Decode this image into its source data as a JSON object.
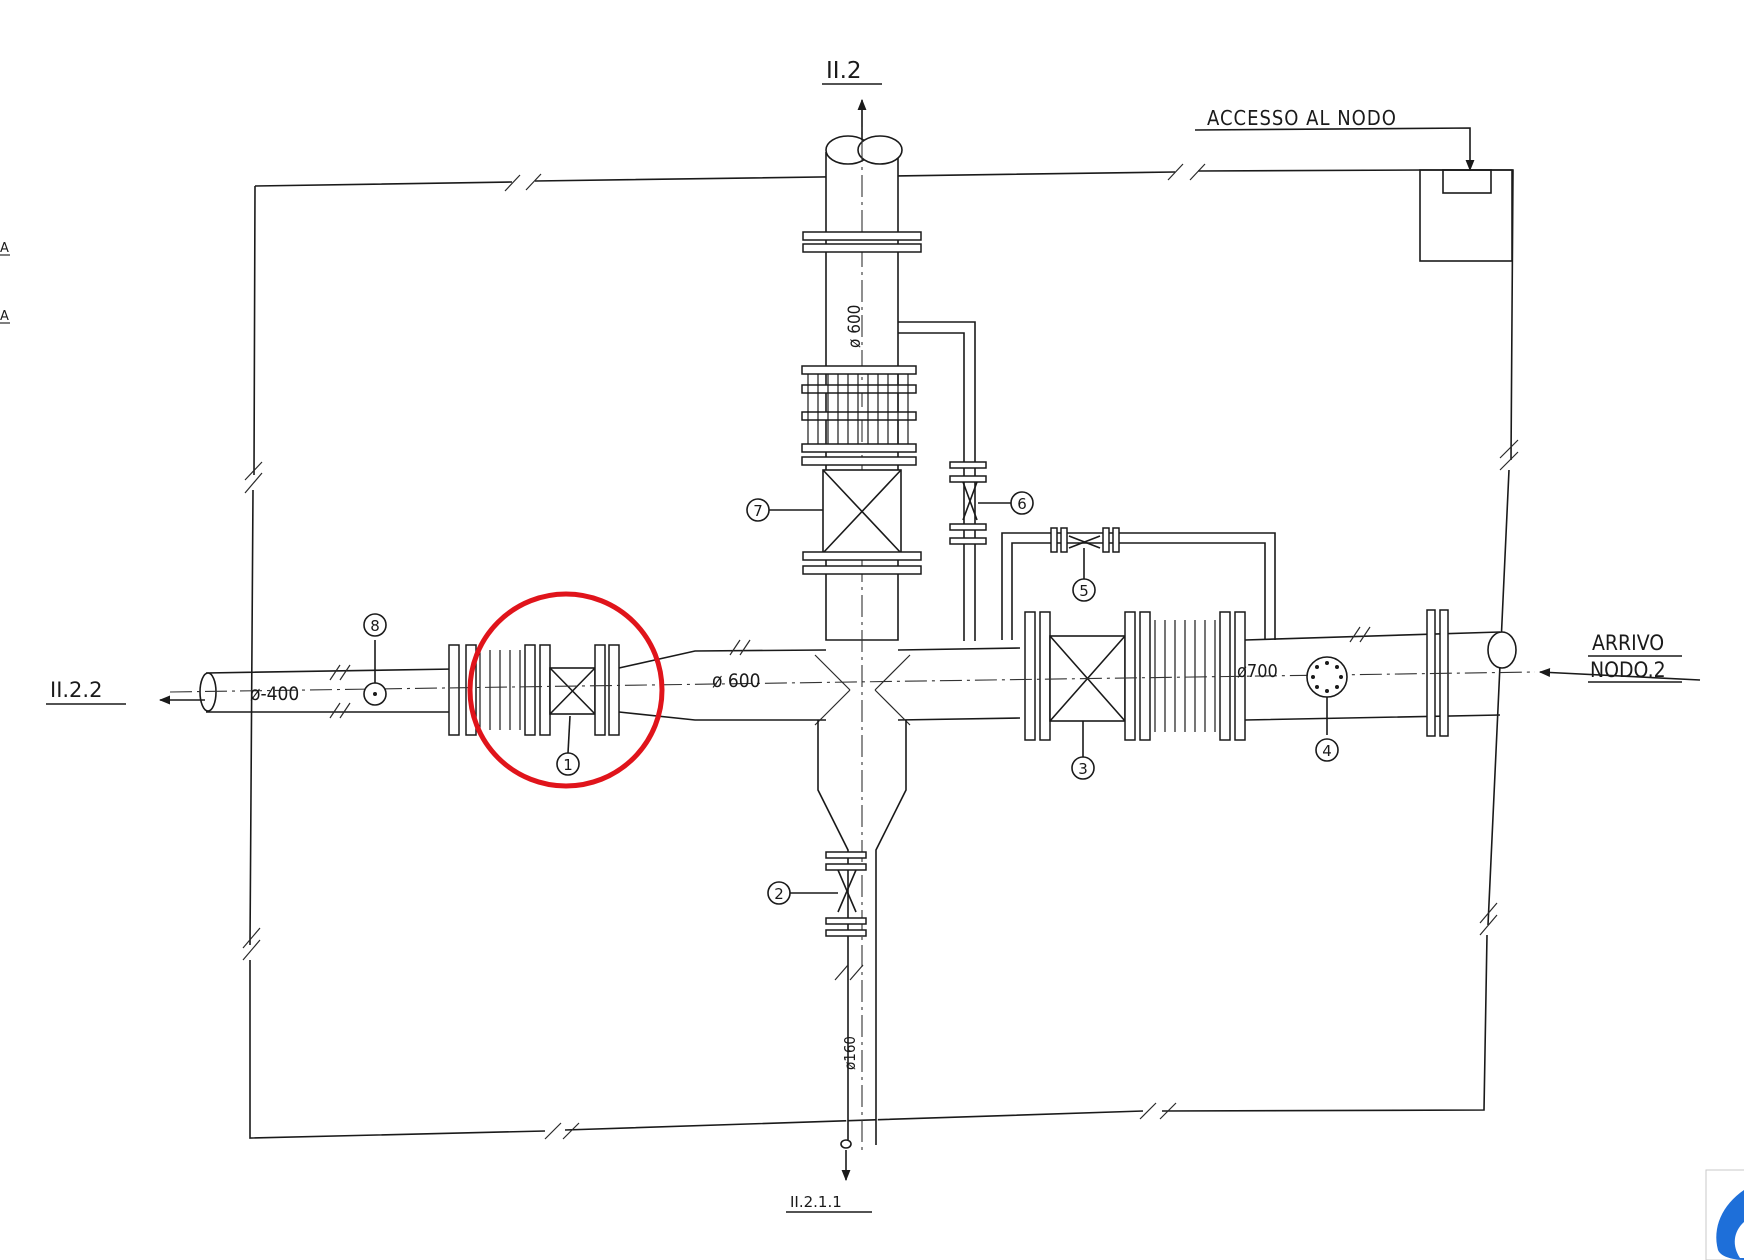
{
  "labels": {
    "top_outlet": "II.2",
    "left_outlet": "II.2.2",
    "bottom_outlet": "II.2.1.1",
    "access": "ACCESSO AL NODO",
    "arrival_line1": "ARRIVO",
    "arrival_line2": "NODO.2",
    "margin_mark_1": "A",
    "margin_mark_2": "A"
  },
  "diameters": {
    "vertical_top": "ø 600",
    "main_center": "ø 600",
    "left_pipe": "ø-400",
    "right_pipe": "ø700",
    "bottom_pipe": "ø160"
  },
  "callouts": [
    "1",
    "2",
    "3",
    "4",
    "5",
    "6",
    "7",
    "8"
  ],
  "highlight": {
    "color": "#e0141b",
    "target": "1"
  },
  "brand": {
    "color": "#1e6fd9",
    "icon": "flame-logo-icon"
  }
}
